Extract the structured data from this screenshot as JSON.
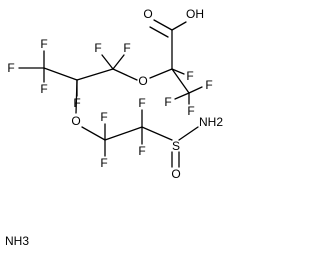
{
  "structure": {
    "acid_oxygen_double": "O",
    "acid_hydroxyl": "OH",
    "ether_oxygen_upper": "O",
    "ether_oxygen_lower": "O",
    "fluorine": "F",
    "sulfonyl_oxygen": "O",
    "sulfur": "S",
    "sulfonamide": "NH2",
    "counter_ion": "NH3"
  }
}
